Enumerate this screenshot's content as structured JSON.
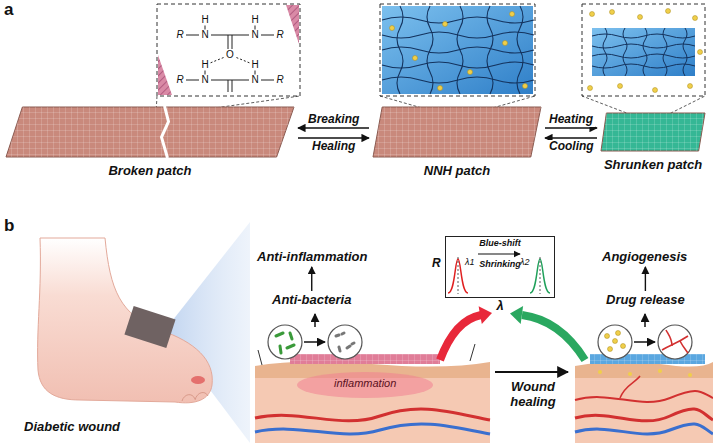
{
  "diagram": {
    "nodes": [
      {
        "text": [
          "Broken patch"
        ]
      },
      {
        "text": [
          "NNH patch"
        ]
      },
      {
        "text": [
          "Shrunken patch"
        ]
      },
      {
        "text": [
          "Anti-inflammation"
        ]
      },
      {
        "text": [
          "Anti-bacteria"
        ]
      },
      {
        "text": [
          "R",
          "λ1",
          "λ2",
          "Blue-shift",
          "Shrinking",
          "λ"
        ]
      },
      {
        "text": [
          "Angiogenesis"
        ]
      },
      {
        "text": [
          "Drug release"
        ]
      }
    ],
    "edges": [
      {
        "from": 1,
        "to": 0,
        "label": "Breaking",
        "arrow": "to"
      },
      {
        "from": 0,
        "to": 1,
        "label": "Healing",
        "arrow": "to"
      },
      {
        "from": 1,
        "to": 2,
        "label": "Heating",
        "arrow": "to"
      },
      {
        "from": 2,
        "to": 1,
        "label": "Cooling",
        "arrow": "to"
      },
      {
        "from": 4,
        "to": 3,
        "arrow": "to"
      },
      {
        "from": 7,
        "to": 6,
        "arrow": "to"
      }
    ],
    "labels": [
      "a",
      "H",
      "H",
      "R",
      "N",
      "N",
      "R",
      "O",
      "H",
      "H",
      "R",
      "N",
      "N",
      "R",
      "b",
      "Diabetic wound",
      "inflammation",
      "Wound healing"
    ]
  }
}
